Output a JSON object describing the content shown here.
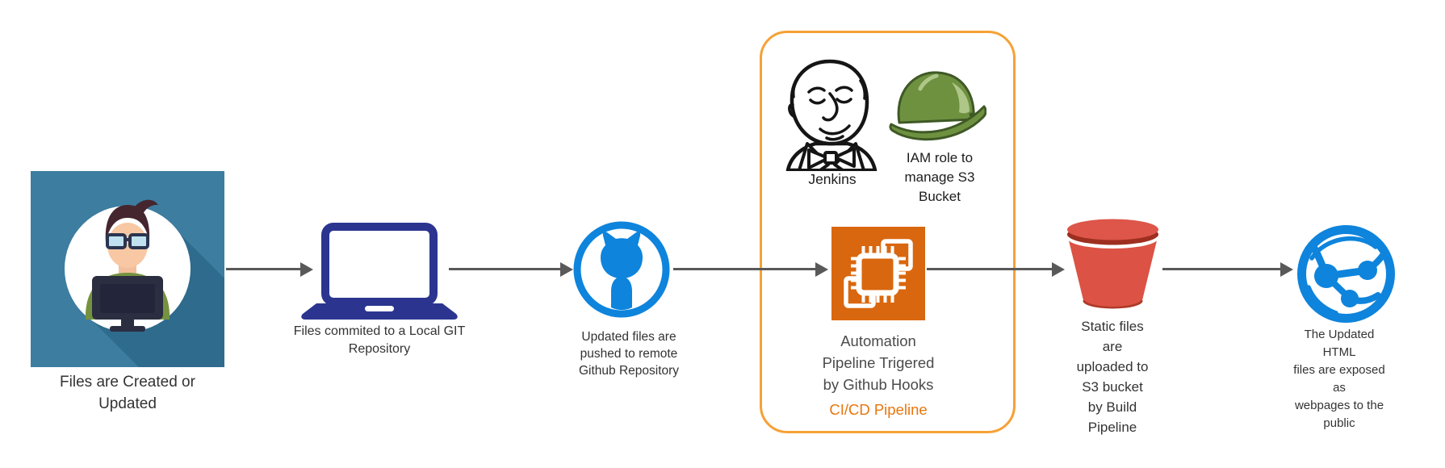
{
  "diagram": {
    "nodes": {
      "creator": {
        "label": "Files are Created or\nUpdated"
      },
      "laptop": {
        "label": "Files commited to a Local GIT\nRepository"
      },
      "github": {
        "label": "Updated files are\npushed to remote\nGithub Repository"
      },
      "jenkins": {
        "label": "Jenkins"
      },
      "iam": {
        "label": "IAM role to\nmanage S3\nBucket"
      },
      "automation": {
        "label": "Automation\nPipeline Trigered\nby Github Hooks"
      },
      "s3": {
        "label": "Static files\nare\nuploaded to\nS3 bucket\nby Build\nPipeline"
      },
      "web": {
        "label": "The Updated HTML\nfiles are exposed as\nwebpages to the\npublic"
      }
    },
    "pipeline_box": {
      "label": "CI/CD Pipeline"
    }
  },
  "colors": {
    "teal": "#3C7DA0",
    "teal_shadow": "#2E6B8D",
    "navy": "#2B3590",
    "github_blue": "#0E84DC",
    "aws_orange": "#D9670F",
    "box_border": "#F6A136",
    "cicd_text": "#E8760D",
    "bucket_red": "#DC5244",
    "bucket_rim": "#9E2F20",
    "bucket_bottom": "#B03A29",
    "bucket_top": "#DD5649",
    "globe_blue": "#0E84DC",
    "arrow_gray": "#595959",
    "hat_green": "#6E9140",
    "label_text": "#333333"
  }
}
